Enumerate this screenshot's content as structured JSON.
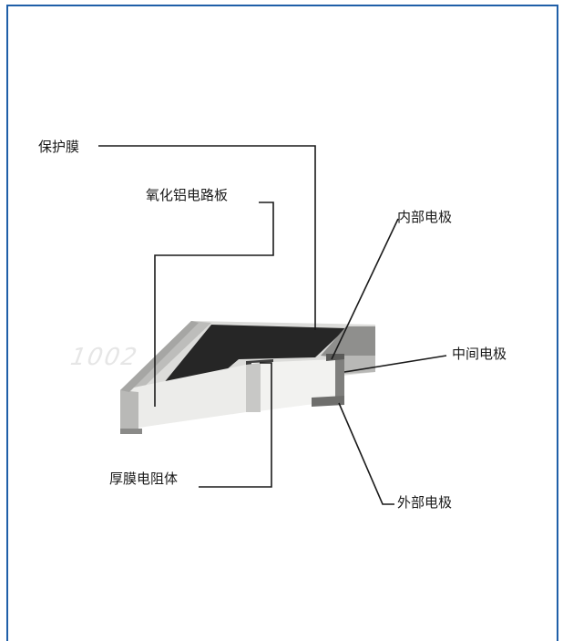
{
  "labels": {
    "protective_film": "保护膜",
    "alumina_substrate": "氧化铝电路板",
    "inner_electrode": "内部电极",
    "middle_electrode": "中间电极",
    "thick_film_resistor": "厚膜电阻体",
    "outer_electrode": "外部电极"
  },
  "component_marking": "1002",
  "colors": {
    "frame_border": "#1f5fa8",
    "leader_line": "#1a1a1a",
    "resistor_body": "#cfd0ce",
    "protective_coat": "#2a2a2a"
  }
}
